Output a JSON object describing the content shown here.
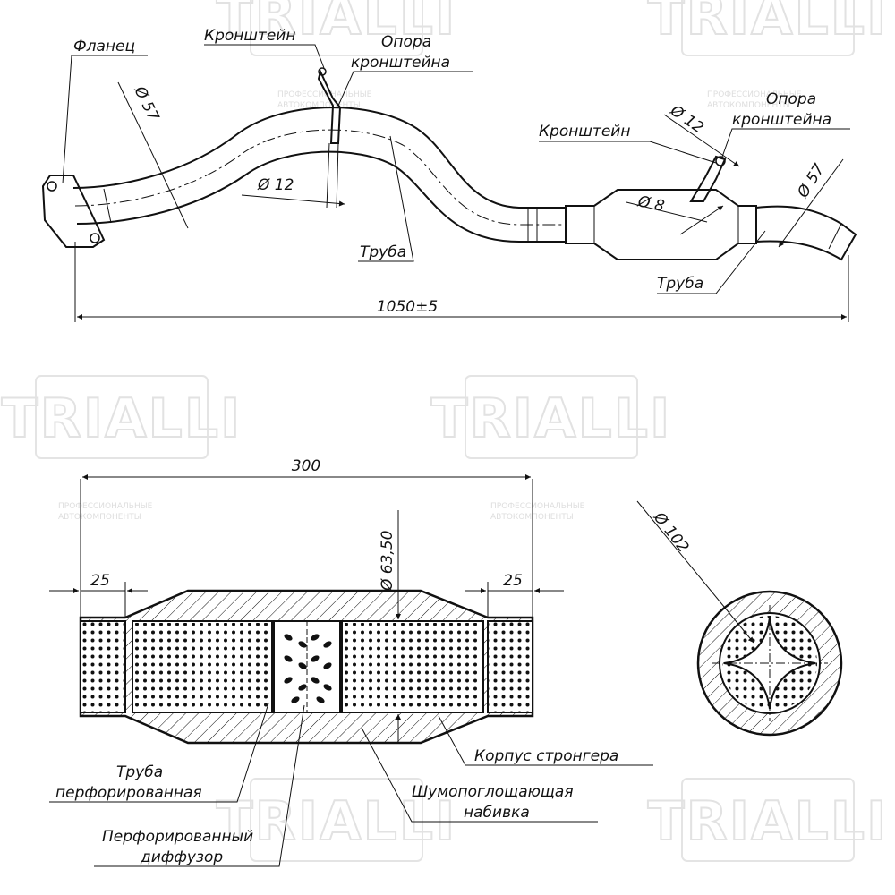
{
  "watermark": {
    "brand": "TRIALLI",
    "tagline_1": "ПРОФЕССИОНАЛЬНЫЕ",
    "tagline_2": "АВТОКОМПОНЕНТЫ"
  },
  "top_view": {
    "flange": "Фланец",
    "bracket_1": "Кронштейн",
    "bracket_support_1_line1": "Опора",
    "bracket_support_1_line2": "кронштейна",
    "bracket_2": "Кронштейн",
    "bracket_support_2_line1": "Опора",
    "bracket_support_2_line2": "кронштейна",
    "pipe_1": "Труба",
    "pipe_2": "Труба",
    "dim_d57_left": "Ø 57",
    "dim_d12_left": "Ø 12",
    "dim_d12_right": "Ø 12",
    "dim_d8": "Ø 8",
    "dim_d57_right": "Ø 57",
    "dim_length": "1050±5"
  },
  "section_view": {
    "dim_length": "300",
    "dim_left_end": "25",
    "dim_right_end": "25",
    "dim_inner_d": "Ø 63,50",
    "dim_outer_d": "Ø 102",
    "label_pipe_line1": "Труба",
    "label_pipe_line2": "перфорированная",
    "label_diffuser_line1": "Перфорированный",
    "label_diffuser_line2": "диффузор",
    "label_housing": "Корпус стронгера",
    "label_packing_line1": "Шумопоглощающая",
    "label_packing_line2": "набивка"
  }
}
